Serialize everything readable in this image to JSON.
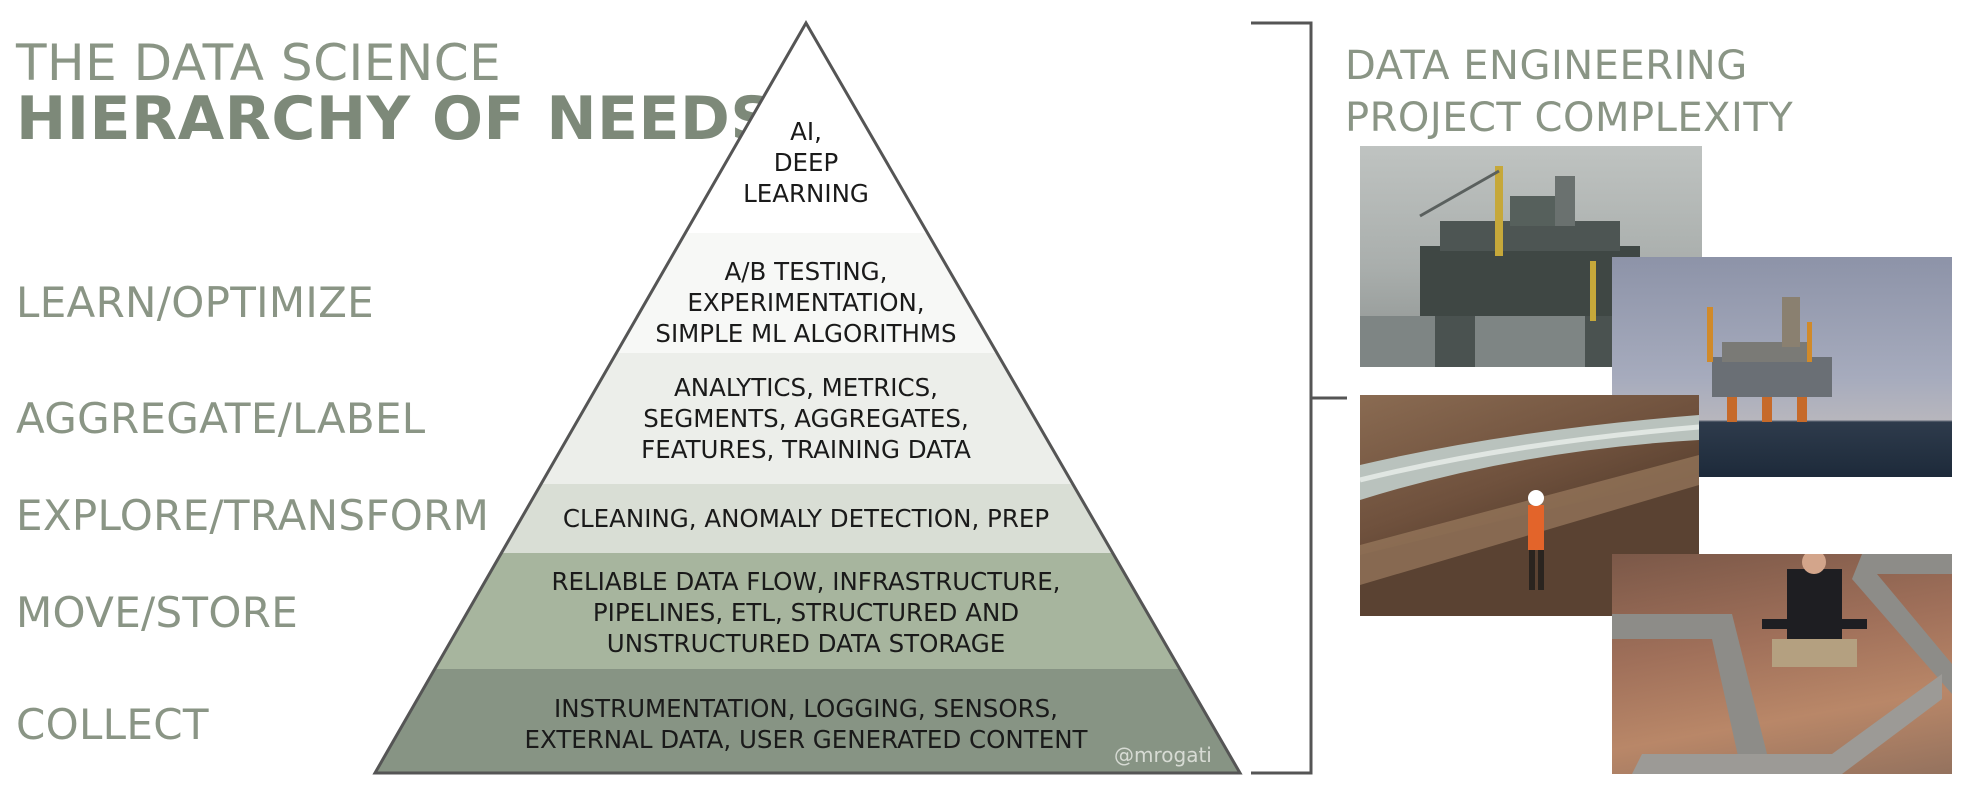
{
  "title": {
    "line1": "THE DATA SCIENCE",
    "line2": "HIERARCHY OF NEEDS"
  },
  "left_labels": [
    "LEARN/OPTIMIZE",
    "AGGREGATE/LABEL",
    "EXPLORE/TRANSFORM",
    "MOVE/STORE",
    "COLLECT"
  ],
  "pyramid_layers": [
    {
      "lines": [
        "AI,",
        "DEEP",
        "LEARNING"
      ],
      "color": "#ffffff"
    },
    {
      "lines": [
        "A/B TESTING,",
        "EXPERIMENTATION,",
        "SIMPLE ML ALGORITHMS"
      ],
      "color": "#f7f8f6"
    },
    {
      "lines": [
        "ANALYTICS, METRICS,",
        "SEGMENTS, AGGREGATES,",
        "FEATURES, TRAINING DATA"
      ],
      "color": "#eceeea"
    },
    {
      "lines": [
        "CLEANING, ANOMALY DETECTION, PREP"
      ],
      "color": "#d9ded5"
    },
    {
      "lines": [
        "RELIABLE DATA FLOW, INFRASTRUCTURE,",
        "PIPELINES, ETL, STRUCTURED AND",
        "UNSTRUCTURED DATA STORAGE"
      ],
      "color": "#a7b59e"
    },
    {
      "lines": [
        "INSTRUMENTATION, LOGGING, SENSORS,",
        "EXTERNAL DATA, USER GENERATED CONTENT"
      ],
      "color": "#879484"
    }
  ],
  "credit": "@mrogati",
  "right_title": {
    "line1": "DATA ENGINEERING",
    "line2": "PROJECT COMPLEXITY"
  },
  "colors": {
    "title": "#7d8979",
    "label": "#8a9585",
    "outline": "#555555"
  }
}
